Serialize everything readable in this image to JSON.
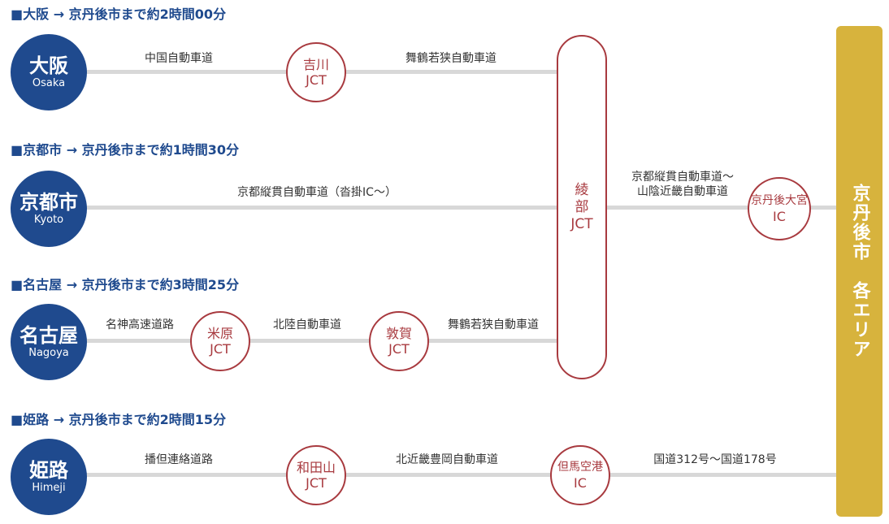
{
  "destination": "京丹後市　各エリア",
  "routes": [
    {
      "title": "■大阪 → 京丹後市まで約2時間00分",
      "city_jp": "大阪",
      "city_en": "Osaka",
      "road1": "中国自動車道",
      "node1_l1": "吉川",
      "node1_l2": "JCT",
      "road2": "舞鶴若狭自動車道"
    },
    {
      "title": "■京都市 → 京丹後市まで約1時間30分",
      "city_jp": "京都市",
      "city_en": "Kyoto",
      "road1": "京都縦貫自動車道（沓掛IC〜）"
    },
    {
      "title": "■名古屋 → 京丹後市まで約3時間25分",
      "city_jp": "名古屋",
      "city_en": "Nagoya",
      "road1": "名神高速道路",
      "node1_l1": "米原",
      "node1_l2": "JCT",
      "road2": "北陸自動車道",
      "node2_l1": "敦賀",
      "node2_l2": "JCT",
      "road3": "舞鶴若狭自動車道"
    },
    {
      "title": "■姫路 → 京丹後市まで約2時間15分",
      "city_jp": "姫路",
      "city_en": "Himeji",
      "road1": "播但連絡道路",
      "node1_l1": "和田山",
      "node1_l2": "JCT",
      "road2": "北近畿豊岡自動車道",
      "node2_l1": "但馬空港",
      "node2_l2": "IC",
      "road3": "国道312号〜国道178号"
    }
  ],
  "ayabe": {
    "l1": "綾",
    "l2": "部",
    "l3": "JCT"
  },
  "after_ayabe": {
    "road_l1": "京都縦貫自動車道〜",
    "road_l2": "山陰近畿自動車道",
    "node_l1": "京丹後大宮",
    "node_l2": "IC"
  }
}
